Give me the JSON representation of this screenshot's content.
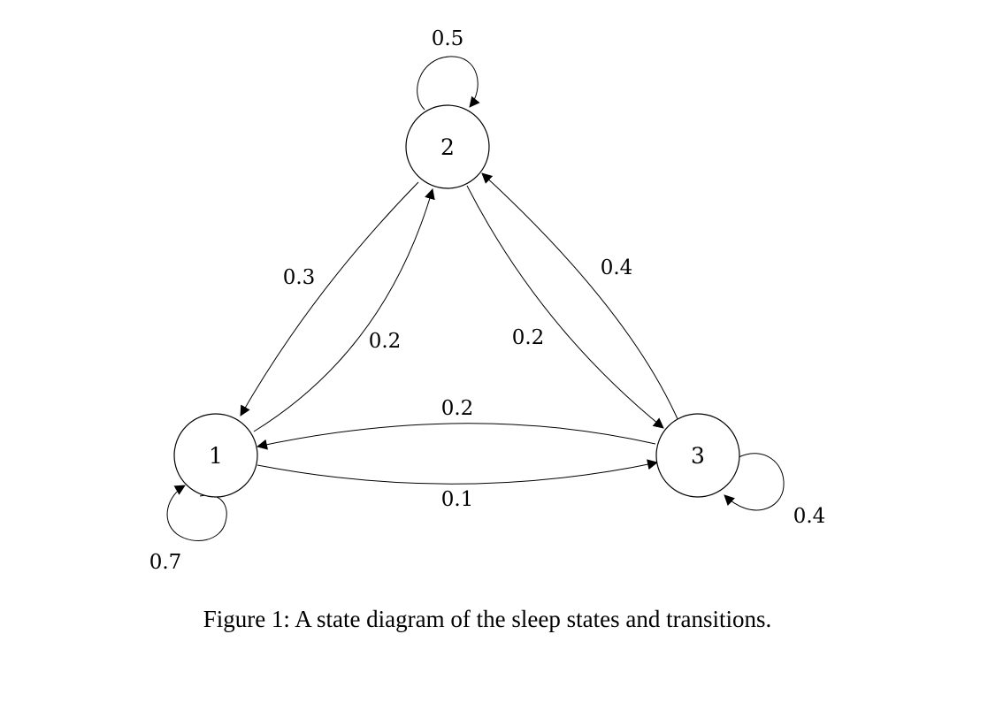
{
  "diagram": {
    "nodes": [
      {
        "id": "1",
        "label": "1"
      },
      {
        "id": "2",
        "label": "2"
      },
      {
        "id": "3",
        "label": "3"
      }
    ],
    "edges": [
      {
        "from": "1",
        "to": "1",
        "label": "0.7"
      },
      {
        "from": "2",
        "to": "2",
        "label": "0.5"
      },
      {
        "from": "3",
        "to": "3",
        "label": "0.4"
      },
      {
        "from": "2",
        "to": "1",
        "label": "0.3"
      },
      {
        "from": "1",
        "to": "2",
        "label": "0.2"
      },
      {
        "from": "2",
        "to": "3",
        "label": "0.2"
      },
      {
        "from": "3",
        "to": "2",
        "label": "0.4"
      },
      {
        "from": "3",
        "to": "1",
        "label": "0.2"
      },
      {
        "from": "1",
        "to": "3",
        "label": "0.1"
      }
    ]
  },
  "caption": "Figure 1: A state diagram of the sleep states and transitions."
}
